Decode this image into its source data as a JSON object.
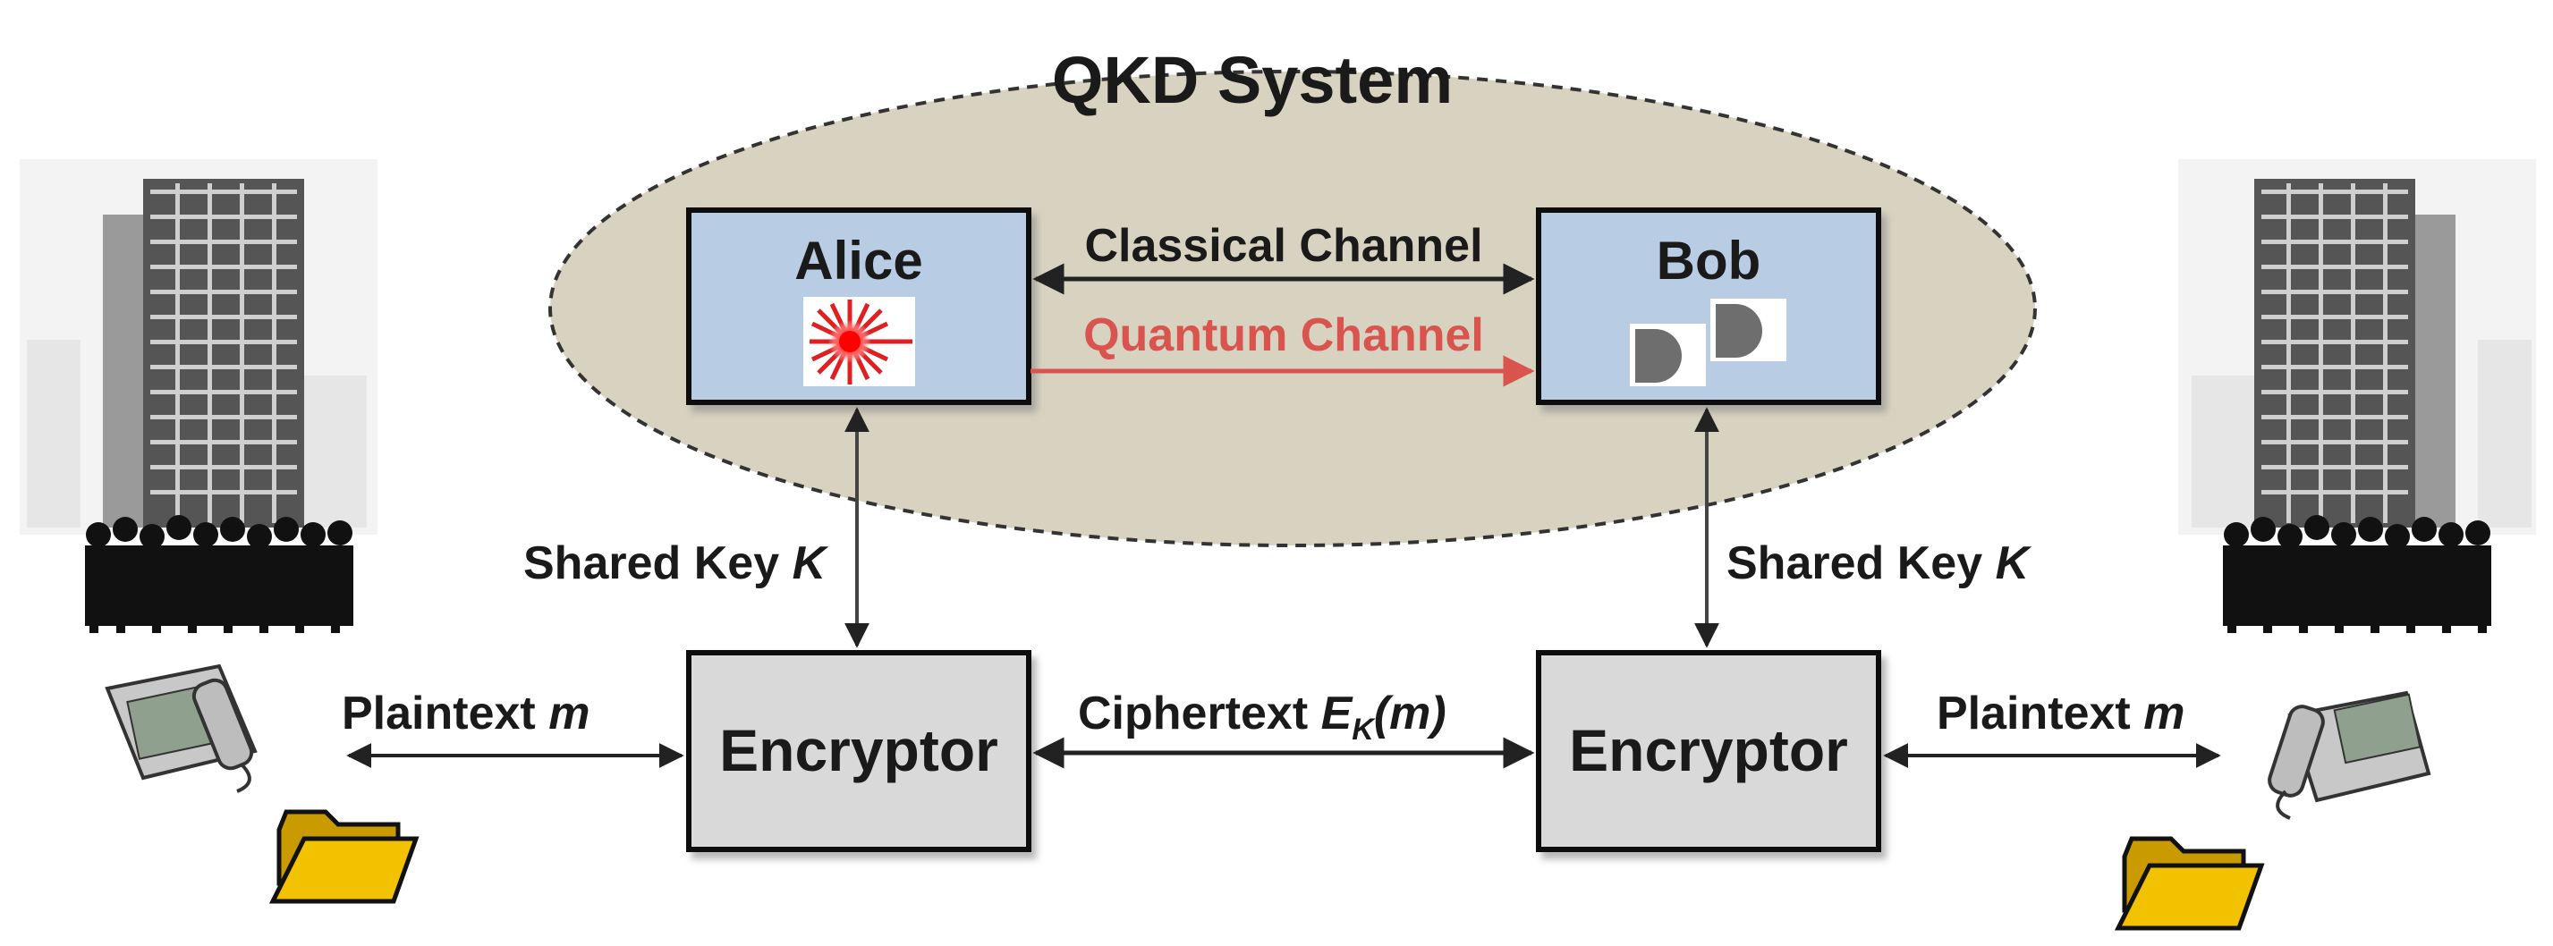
{
  "qkd": {
    "title": "QKD System",
    "alice": "Alice",
    "bob": "Bob",
    "classical_channel": "Classical Channel",
    "quantum_channel": "Quantum Channel"
  },
  "links": {
    "shared_key_left": "Shared Key ",
    "shared_key_right": "Shared Key ",
    "key_symbol": "K",
    "ciphertext": "Ciphertext ",
    "cipher_symbol": "E",
    "cipher_sub": "K",
    "cipher_arg": "(m)",
    "plaintext_left": "Plaintext ",
    "plaintext_right": "Plaintext ",
    "message_symbol": "m"
  },
  "encryptors": {
    "left": "Encryptor",
    "right": "Encryptor"
  },
  "colors": {
    "ellipse_fill": "#d8d2c0",
    "box_blue": "#b8cce4",
    "box_gray": "#d9d9d9",
    "quantum": "#d9534f",
    "folder": "#f2c200"
  }
}
